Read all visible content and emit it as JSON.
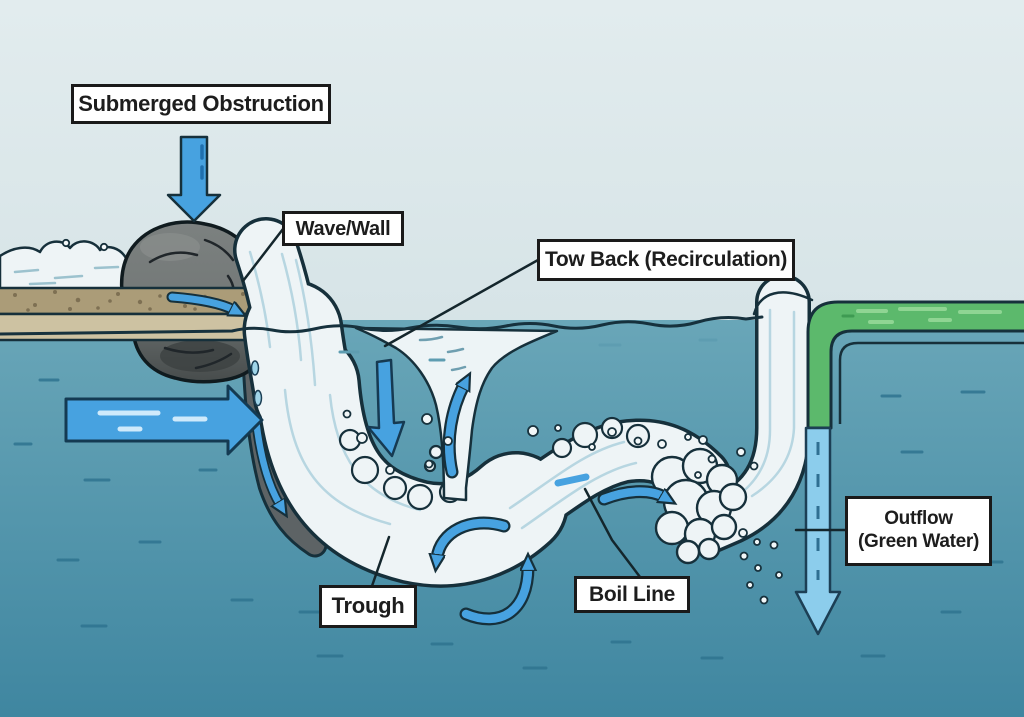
{
  "diagram": {
    "labels": {
      "submerged_obstruction": "Submerged Obstruction",
      "wave_wall": "Wave/Wall",
      "tow_back": "Tow Back (Recirculation)",
      "outflow_line1": "Outflow",
      "outflow_line2": "(Green Water)",
      "trough": "Trough",
      "boil_line": "Boil Line"
    },
    "colors": {
      "sky": "#e2ecee",
      "sky_low": "#d5e3e6",
      "water_top": "#69a6b8",
      "water_bottom": "#3f86a0",
      "outline": "#16303b",
      "arrow_blue": "#47a2e0",
      "arrow_blue_light": "#8ccdec",
      "green_water": "#5cb96c",
      "rock_gray": "#747978",
      "rock_dark": "#474c4c",
      "bed_tan": "#ab9c78",
      "bed_tan_light": "#cdc2a2",
      "foam_white": "#eef4f6",
      "label_bg": "#ffffff",
      "label_border": "#1a1a1a",
      "label_text": "#1d1d1d"
    }
  }
}
